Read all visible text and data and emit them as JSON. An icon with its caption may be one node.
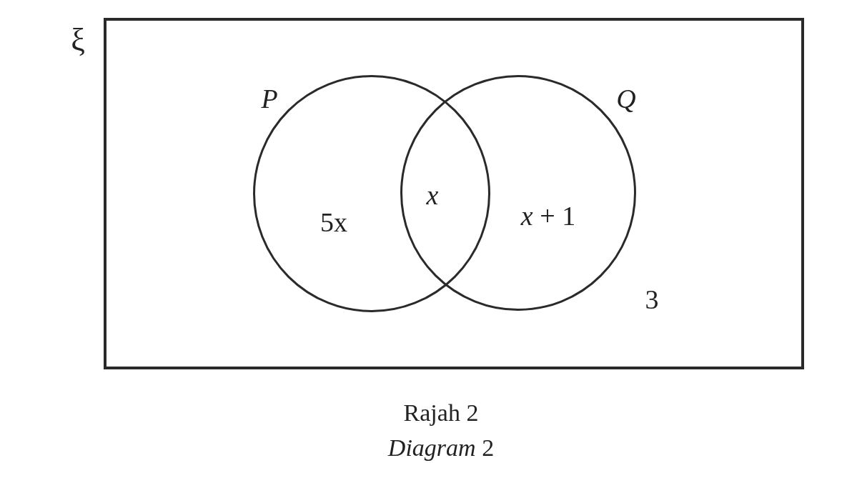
{
  "diagram": {
    "nodes": [
      {
        "text": [
          "ξ",
          "3"
        ]
      },
      {
        "text": [
          "P",
          "5x"
        ],
        "in": 0
      },
      {
        "text": [
          "Q",
          "*x* + 1"
        ],
        "in": 0
      }
    ],
    "labels": [
      "*x*",
      "Rajah 2",
      "*Diagram* 2"
    ]
  }
}
